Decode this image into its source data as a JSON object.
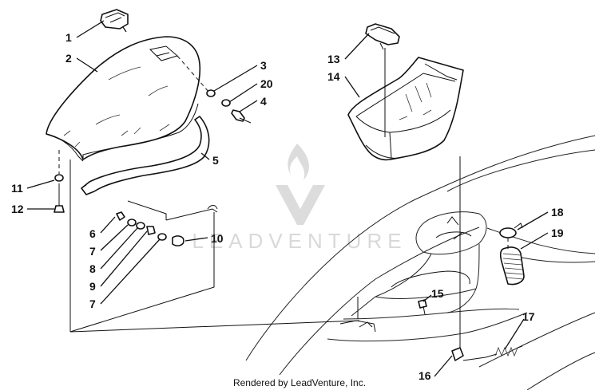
{
  "callouts": [
    {
      "id": "1",
      "label": "1"
    },
    {
      "id": "2",
      "label": "2"
    },
    {
      "id": "3",
      "label": "3"
    },
    {
      "id": "20",
      "label": "20"
    },
    {
      "id": "4",
      "label": "4"
    },
    {
      "id": "5",
      "label": "5"
    },
    {
      "id": "11",
      "label": "11"
    },
    {
      "id": "12",
      "label": "12"
    },
    {
      "id": "6",
      "label": "6"
    },
    {
      "id": "7a",
      "label": "7"
    },
    {
      "id": "8",
      "label": "8"
    },
    {
      "id": "9",
      "label": "9"
    },
    {
      "id": "7b",
      "label": "7"
    },
    {
      "id": "10",
      "label": "10"
    },
    {
      "id": "13",
      "label": "13"
    },
    {
      "id": "14",
      "label": "14"
    },
    {
      "id": "18",
      "label": "18"
    },
    {
      "id": "19",
      "label": "19"
    },
    {
      "id": "15",
      "label": "15"
    },
    {
      "id": "17",
      "label": "17"
    },
    {
      "id": "16",
      "label": "16"
    }
  ],
  "watermark": {
    "text": "LEADVENTURE",
    "logo_icon": "leadventure-flame-logo-icon"
  },
  "footer": {
    "credit": "Rendered by LeadVenture, Inc."
  },
  "colors": {
    "line": "#111111",
    "watermark": "#d9d9d9",
    "background": "#ffffff"
  }
}
